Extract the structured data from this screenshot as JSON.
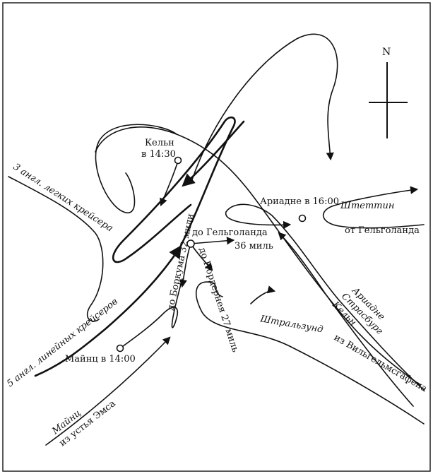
{
  "compass": {
    "north": "N"
  },
  "places": {
    "koln_time": "Кельн\nв 14:30",
    "ariadne_time": "Ариадне в 16:00",
    "mainz_time": "Майнц в 14:00"
  },
  "routes": {
    "light_cruisers": "3 англ. легких крейсера",
    "battlecruisers": "5 англ. линейных крейсеров",
    "stettin": "Штеттин",
    "from_helgoland": "от Гельголанда",
    "stralsund": "Штральзунд",
    "from_wilhelmshaven": "из Вильгельмсгафена",
    "ariadne": "Ариадне",
    "strassburg": "Страсбург",
    "koln": "Кельн",
    "mainz": "Майнц",
    "from_ems": "из устья Эмса"
  },
  "distances": {
    "to_helgoland": "до Гельголанда",
    "helgoland_miles": "36 миль",
    "to_borkum": "до Боркума 32 мили",
    "to_norderney": "до Нордернея 27 миль"
  }
}
